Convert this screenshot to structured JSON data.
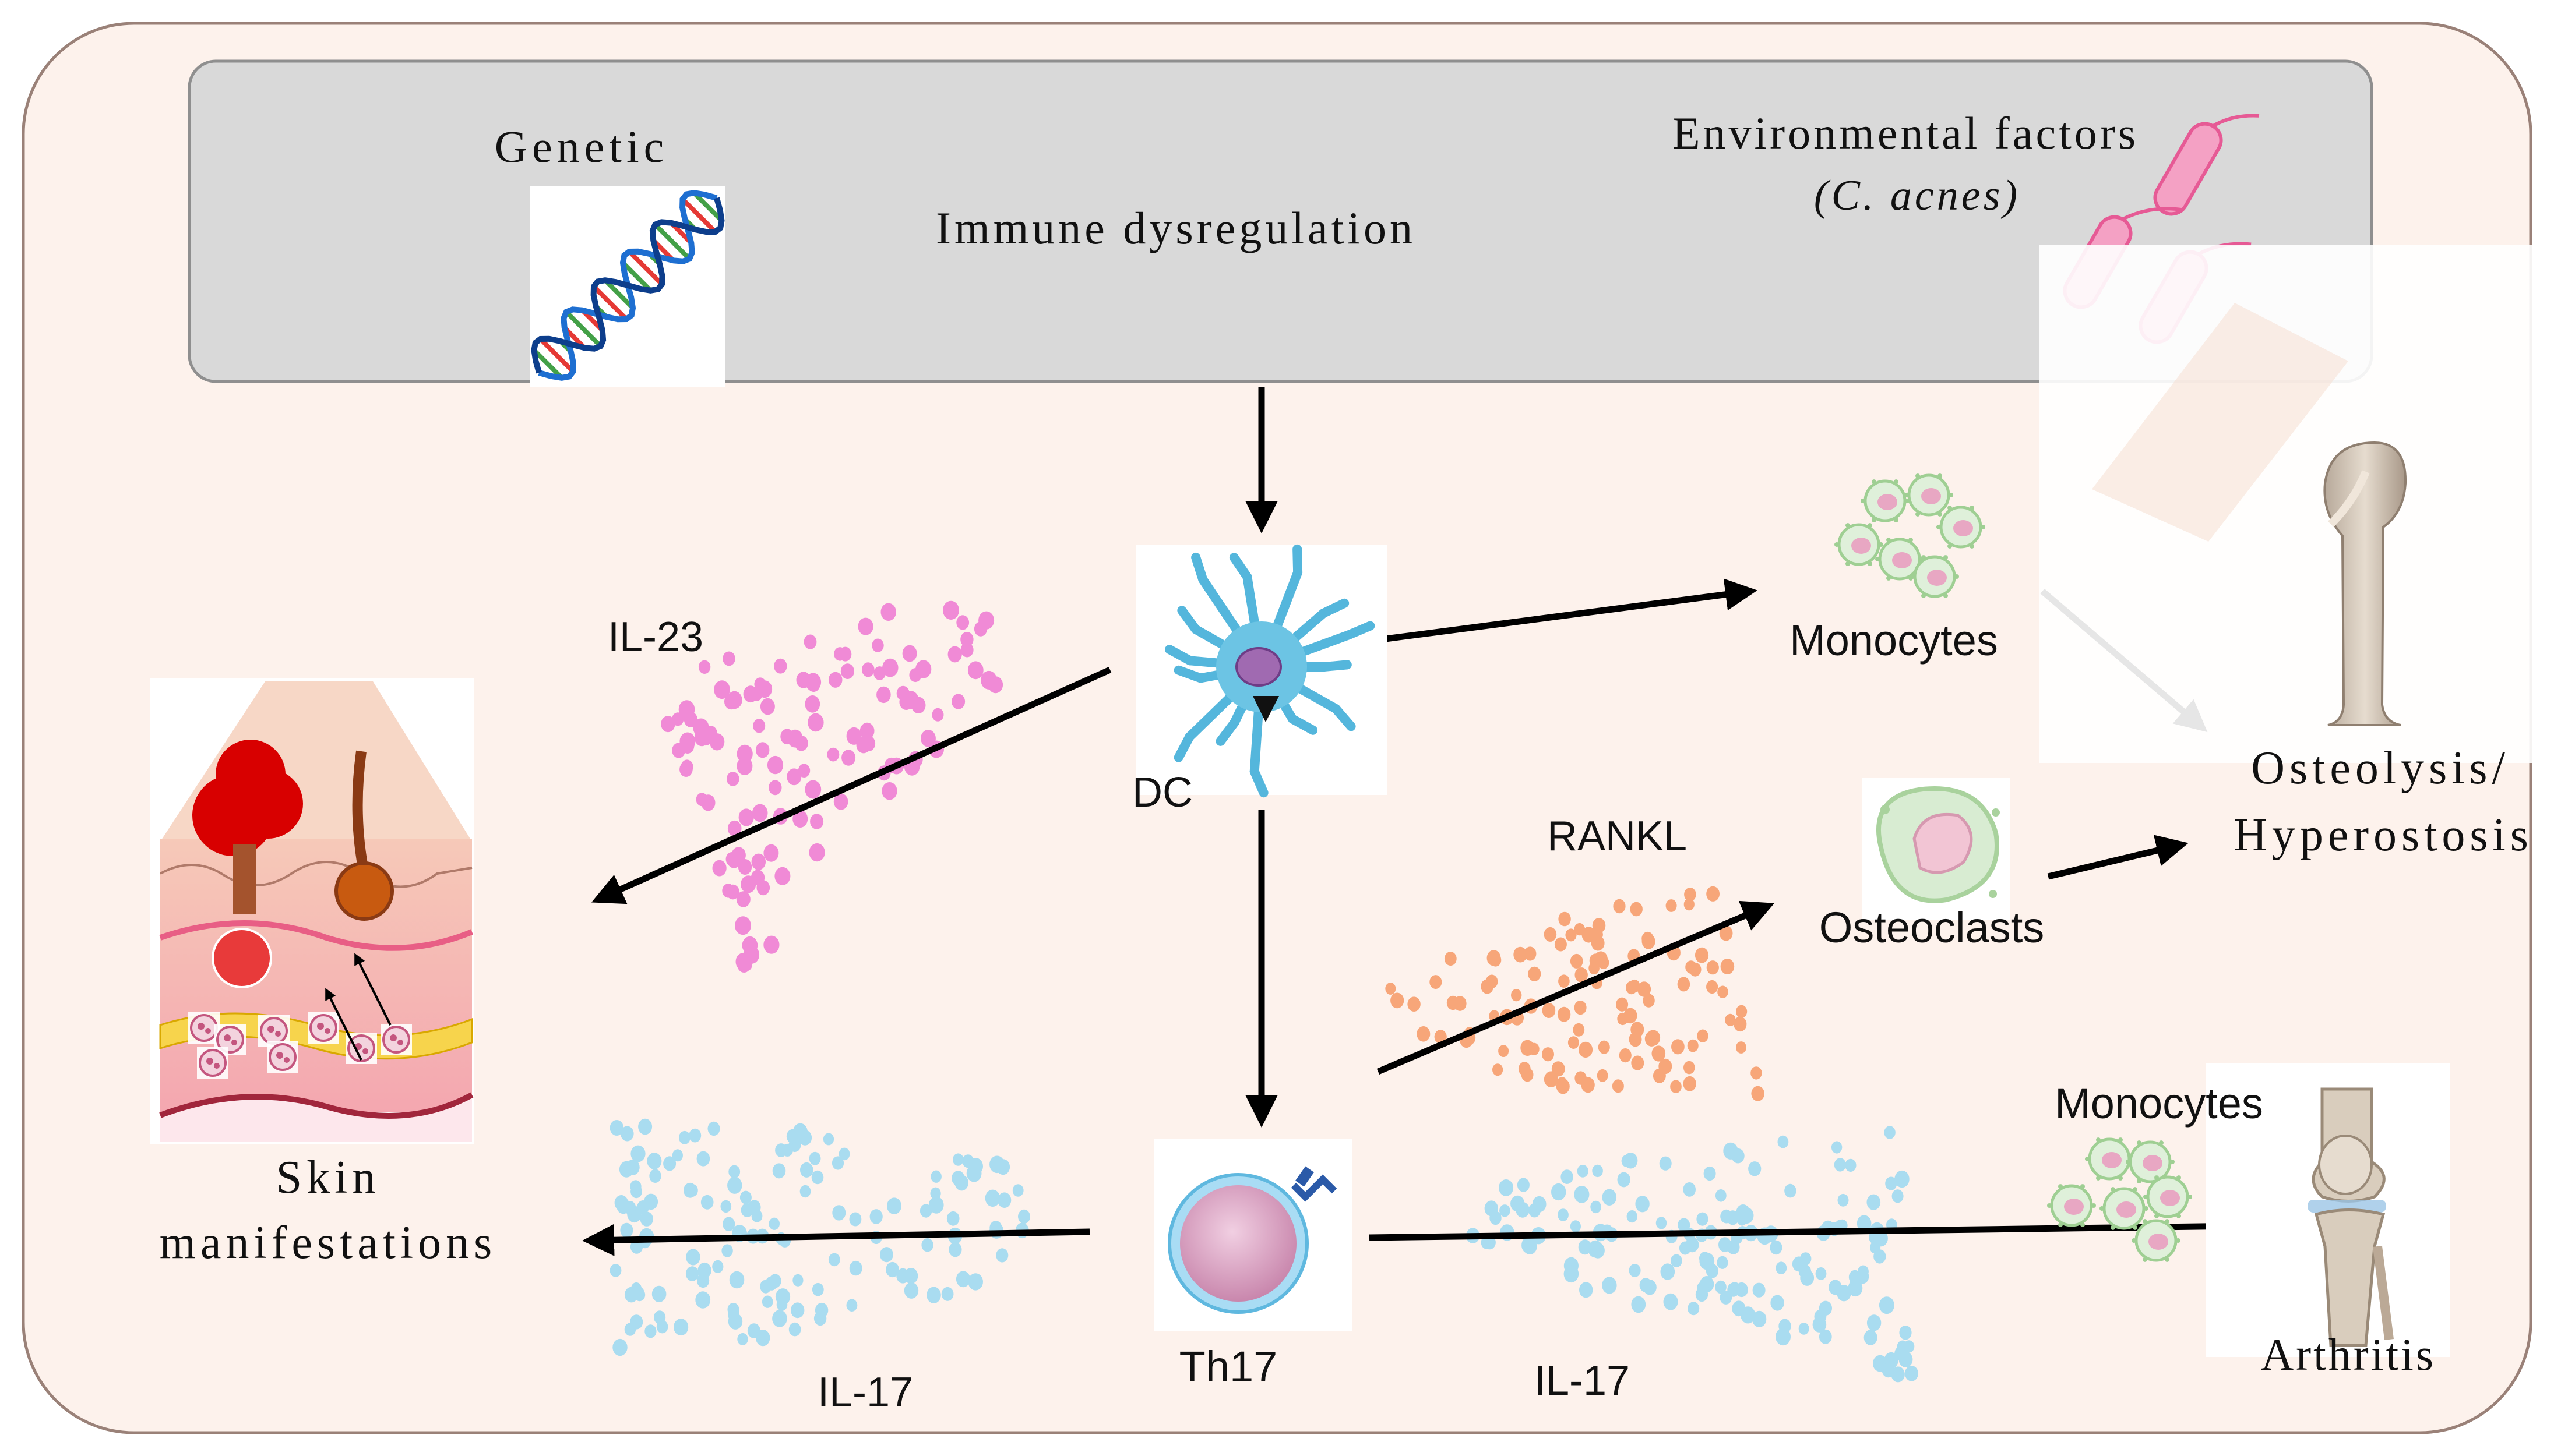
{
  "top_box": {
    "genetic": "Genetic",
    "center": "Immune dysregulation",
    "env_line1": "Environmental factors",
    "env_line2": "(C. acnes)"
  },
  "cells": {
    "dc": "DC",
    "th17": "Th17",
    "monocytes_top": "Monocytes",
    "monocytes_bottom": "Monocytes",
    "osteoclasts": "Osteoclasts"
  },
  "cytokines": {
    "il23": "IL-23",
    "rankl": "RANKL",
    "il17_left": "IL-17",
    "il17_right": "IL-17"
  },
  "outcomes": {
    "skin_line1": "Skin",
    "skin_line2": "manifestations",
    "bone_line1": "Osteolysis/",
    "bone_line2": "Hyperostosis",
    "arthritis": "Arthritis"
  },
  "colors": {
    "frame_fill": "#fdf2ec",
    "frame_stroke": "#9a8178",
    "top_box_fill": "#d9d9d9",
    "il23_dots": "#f08ad6",
    "rankl_dots": "#f7a679",
    "il17_dots": "#a9dcf0",
    "dc_cell": "#6cc4e4",
    "th17_cell": "#e4b4d0",
    "bacteria": "#ee6fa2"
  }
}
